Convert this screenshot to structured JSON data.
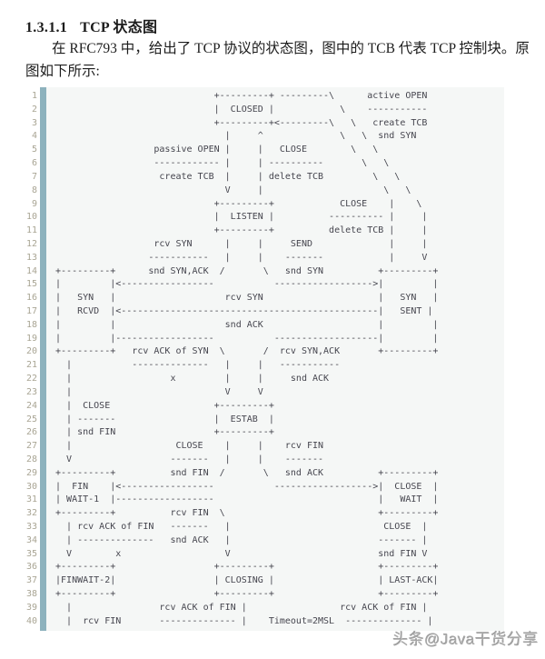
{
  "heading": {
    "number": "1.3.1.1",
    "title": "TCP 状态图"
  },
  "paragraph": {
    "line1": "在 RFC793 中，给出了 TCP 协议的状态图，图中的 TCB 代表 TCP 控制块。原",
    "line2": "图如下所示:"
  },
  "code_block": {
    "language": "ascii-diagram",
    "start_line": 1,
    "lines": [
      "                              +---------+ ---------\\      active OPEN",
      "                              |  CLOSED |            \\    -----------",
      "                              +---------+<---------\\   \\   create TCB",
      "                                |     ^              \\   \\  snd SYN",
      "                   passive OPEN |     |   CLOSE        \\   \\",
      "                   ------------ |     | ----------       \\   \\",
      "                    create TCB  |     | delete TCB         \\   \\",
      "                                V     |                      \\   \\",
      "                              +---------+            CLOSE    |    \\",
      "                              |  LISTEN |          ---------- |     |",
      "                              +---------+          delete TCB |     |",
      "                   rcv SYN      |     |     SEND              |     |",
      "                  -----------   |     |    -------            |     V",
      " +---------+      snd SYN,ACK  /       \\   snd SYN          +---------+",
      " |         |<-----------------           ------------------>|         |",
      " |   SYN   |                    rcv SYN                     |   SYN   |",
      " |   RCVD  |<-----------------------------------------------|   SENT |",
      " |         |                    snd ACK                     |         |",
      " |         |------------------           -------------------|         |",
      " +---------+   rcv ACK of SYN  \\       /  rcv SYN,ACK       +---------+",
      "   |           --------------   |     |   -----------",
      "   |                  x         |     |     snd ACK",
      "   |                            V     V",
      "   |  CLOSE                   +---------+",
      "   | -------                  |  ESTAB  |",
      "   | snd FIN                  +---------+",
      "   |                   CLOSE    |     |    rcv FIN",
      "   V                  -------   |     |    -------",
      " +---------+          snd FIN  /       \\   snd ACK          +---------+",
      " |  FIN    |<-----------------           ------------------>|  CLOSE  |",
      " | WAIT-1  |------------------                              |   WAIT  |",
      " +---------+          rcv FIN  \\                            +---------+",
      "   | rcv ACK of FIN   -------   |                            CLOSE  |",
      "   | --------------   snd ACK   |                           ------- |",
      "   V        x                   V                           snd FIN V",
      " +---------+                  +---------+                   +---------+",
      " |FINWAIT-2|                  | CLOSING |                   | LAST-ACK|",
      " +---------+                  +---------+                   +---------+",
      "   |                rcv ACK of FIN |                 rcv ACK of FIN |",
      "   |  rcv FIN       -------------- |    Timeout=2MSL  -------------- |"
    ]
  },
  "watermark": "头条@Java干货分享",
  "colors": {
    "text": "#1c1c1c",
    "code_text": "#46464f",
    "code_background": "#f5f7f6",
    "line_number": "#a9a594",
    "separator_bar": "#8db2bd",
    "watermark": "#a6a6a6"
  }
}
